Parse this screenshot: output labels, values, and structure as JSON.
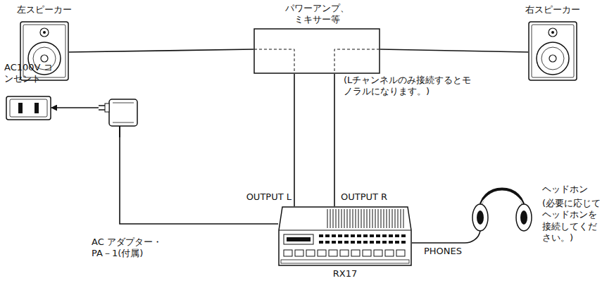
{
  "diagram": {
    "nodes": [
      {
        "text": [
          "左スピーカー"
        ]
      },
      {
        "text": [
          "パワーアンプ、ミキサー等"
        ]
      },
      {
        "text": [
          "右スピーカー"
        ]
      },
      {
        "text": [
          "AC100V コンセント"
        ]
      },
      {
        "text": [
          "AC アダプター・ PA－1(付属)"
        ]
      },
      {
        "text": [
          "RX17"
        ]
      },
      {
        "text": [
          "ヘッドホン",
          "(必要に応じてヘッドホンを接続してください。)"
        ]
      }
    ],
    "edges": [
      {
        "from": 0,
        "to": 1,
        "arrow": "none"
      },
      {
        "from": 1,
        "to": 2,
        "arrow": "none"
      },
      {
        "from": 5,
        "to": 1,
        "label": "OUTPUT L",
        "arrow": "none"
      },
      {
        "from": 5,
        "to": 1,
        "label": "OUTPUT R",
        "arrow": "none"
      },
      {
        "from": 4,
        "to": 3,
        "arrow": "to"
      },
      {
        "from": 4,
        "to": 5,
        "arrow": "none"
      },
      {
        "from": 5,
        "to": 6,
        "label": "PHONES",
        "arrow": "none"
      }
    ],
    "labels": [
      "(Lチャンネルのみ接続するとモノラルになります。)"
    ]
  }
}
